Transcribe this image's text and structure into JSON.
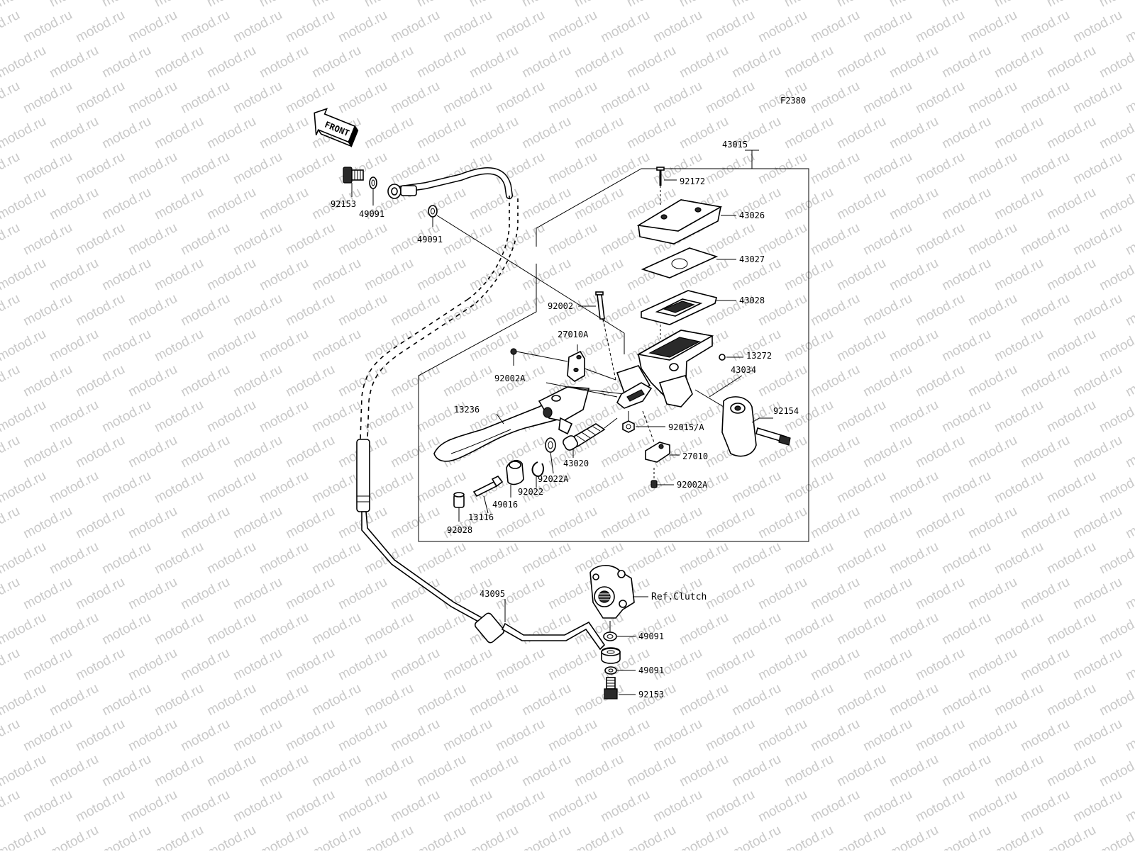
{
  "diagram": {
    "figure_code": "F2380",
    "watermark": "motod.ru",
    "orientation": "FRONT",
    "assembly": "43015",
    "labels": {
      "p92153_top": "92153",
      "p49091_top": "49091",
      "p49091_mid": "49091",
      "p92172": "92172",
      "p43026": "43026",
      "p43027": "43027",
      "p43028": "43028",
      "p92002": "92002",
      "p27010A": "27010A",
      "p92002A_left": "92002A",
      "p13272": "13272",
      "p43034": "43034",
      "p13236": "13236",
      "p92154": "92154",
      "p92015A": "92015/A",
      "p27010": "27010",
      "p43020": "43020",
      "p92022A": "92022A",
      "p92022": "92022",
      "p49016": "49016",
      "p13116": "13116",
      "p92028": "92028",
      "p92002A_right": "92002A",
      "p43095": "43095",
      "ref_clutch": "Ref.Clutch",
      "p49091_b1": "49091",
      "p49091_b2": "49091",
      "p92153_bottom": "92153"
    }
  }
}
